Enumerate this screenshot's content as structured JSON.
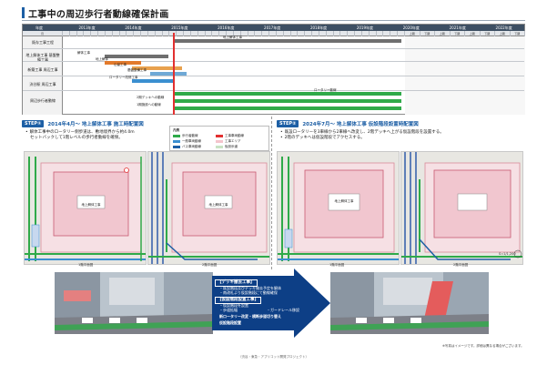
{
  "header": {
    "title": "工事中の周辺歩行者動線確保計画"
  },
  "schedule": {
    "years": [
      "年度",
      "2013年度",
      "2014年度",
      "2015年度",
      "2016年度",
      "2017年度",
      "2018年度",
      "2019年度",
      "2020年度",
      "2021年度",
      "2022年度"
    ],
    "months_label": "月",
    "rows": [
      {
        "label": "既存工事工程",
        "name": "existing"
      },
      {
        "label": "地上解体工事 基盤整備工事",
        "name": "demolition"
      },
      {
        "label": "新築工事 周辺工事",
        "name": "new-construction"
      },
      {
        "label": "渋谷駅 周辺工事",
        "name": "station"
      },
      {
        "label": "周辺歩行者動線",
        "name": "pedestrian"
      }
    ],
    "bars": [
      {
        "label": "地上解体工事",
        "color": "#6f6f6f"
      },
      {
        "label": "解体工事",
        "color": "#6f6f6f"
      },
      {
        "label": "地上解体",
        "color": "#e27a2c"
      },
      {
        "label": "山留工事",
        "color": "#e8a14e"
      },
      {
        "label": "基盤整備工事",
        "color": "#6fa9d6"
      },
      {
        "label": "ロータリー改修工事",
        "color": "#3b8fd0"
      },
      {
        "label": "2期デッキへの動線",
        "color": "#2faa49"
      },
      {
        "label": "1期施設への動線",
        "color": "#2faa49"
      },
      {
        "label": "ロータリー動線",
        "color": "#2faa49"
      }
    ],
    "columns_right": [
      "上期",
      "下期",
      "上期",
      "下期",
      "上期",
      "下期",
      "上期",
      "下期"
    ],
    "accent_red": "#e23030"
  },
  "step1": {
    "badge": "STEP①",
    "title": "2014年4月〜 地上解体工事 施工時配置図",
    "bullets": [
      "解体工事中のロータリー側歩道は、敷地境界から約4.0m",
      "セットバックして1階レベルの歩行者動線を確保。"
    ],
    "legend_title": "凡例",
    "legend": [
      {
        "label": "歩行者動線",
        "color": "#2faa49"
      },
      {
        "label": "一般車両動線",
        "color": "#3b8fd0"
      },
      {
        "label": "バス車両動線",
        "color": "#1d5fa5"
      },
      {
        "label": "工事車両動線",
        "color": "#e23030"
      },
      {
        "label": "工事エリア",
        "color": "#f4c4cc"
      },
      {
        "label": "仮設歩道",
        "color": "#c9e3c3"
      }
    ],
    "map_left_label": "1階平面図",
    "map_right_label": "2階平面図",
    "site_label": "地上解体工事"
  },
  "step2": {
    "badge": "STEP②",
    "title": "2024年7月〜 地上解体工事 仮設階段設置時配置図",
    "bullets": [
      "既設ロータリーを3車線から2車線へ改変し、2階デッキへ上がる仮設階段を設置する。",
      "2階のデッキへは仮設階段でアクセスする。"
    ],
    "map_left_label": "1階平面図",
    "map_right_label": "2階平面図",
    "site_label": "地上解体工事",
    "scale_label": "S=1/1,200"
  },
  "arrow": {
    "head1": "【デッキ撤去工事】",
    "lines1": [
      "・既設階段及びデッキ撤去予定を解体",
      "・南改札より仮設階段にて動線確保"
    ],
    "head2": "【仮設階段設置工事】",
    "lines2": [
      "・仮設階段を設置",
      "・歩道拡幅",
      "・ガードレール移設"
    ],
    "head3": "新ロータリー改変・横断歩道切り替え",
    "head4": "仮設階段設置",
    "color": "#0d3f86"
  },
  "note": "※写真はイメージです。詳細は異なる場合がございます。",
  "footer": "（渋谷・東急・アプリコット開発プロジェクト）"
}
